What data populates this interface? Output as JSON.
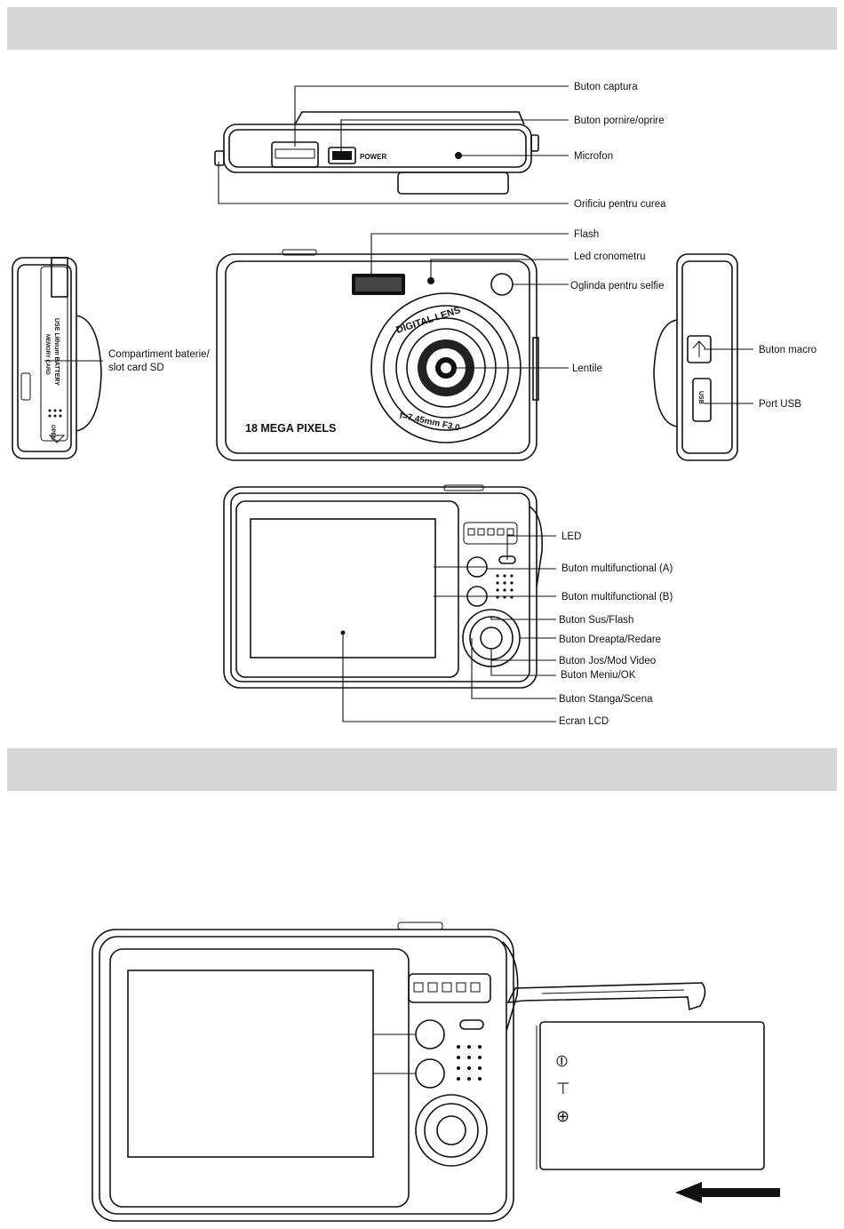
{
  "labels": {
    "buton_captura": "Buton captura",
    "buton_pornire": "Buton pornire/oprire",
    "microfon": "Microfon",
    "orificiu_curea": "Orificiu pentru curea",
    "flash": "Flash",
    "led_cronometru": "Led cronometru",
    "oglinda_selfie": "Oglinda pentru selfie",
    "compartiment_line1": "Compartiment baterie/",
    "compartiment_line2": "slot card SD",
    "lentile": "Lentile",
    "buton_macro": "Buton macro",
    "port_usb": "Port USB",
    "led": "LED",
    "multi_a": "Buton multifunctional (A)",
    "multi_b": "Buton multifunctional (B)",
    "sus_flash": "Buton Sus/Flash",
    "dreapta_redare": "Buton Dreapta/Redare",
    "jos_mod_video": "Buton Jos/Mod Video",
    "meniu_ok": "Buton Meniu/OK",
    "stanga_scena": "Buton Stanga/Scena",
    "ecran_lcd": "Ecran LCD"
  },
  "camera_print": {
    "power": "POWER",
    "digital_lens": "DIGITAL LENS",
    "focal": "f=7.45mm F3.0",
    "megapixels": "18 MEGA PIXELS",
    "battery_text": "USE Lithium BATTERY",
    "memory_card": "MEMORY CARD",
    "open": "OPEN",
    "usb": "USB"
  },
  "battery_symbols": [
    "⦶",
    "⊤",
    "⊕"
  ]
}
